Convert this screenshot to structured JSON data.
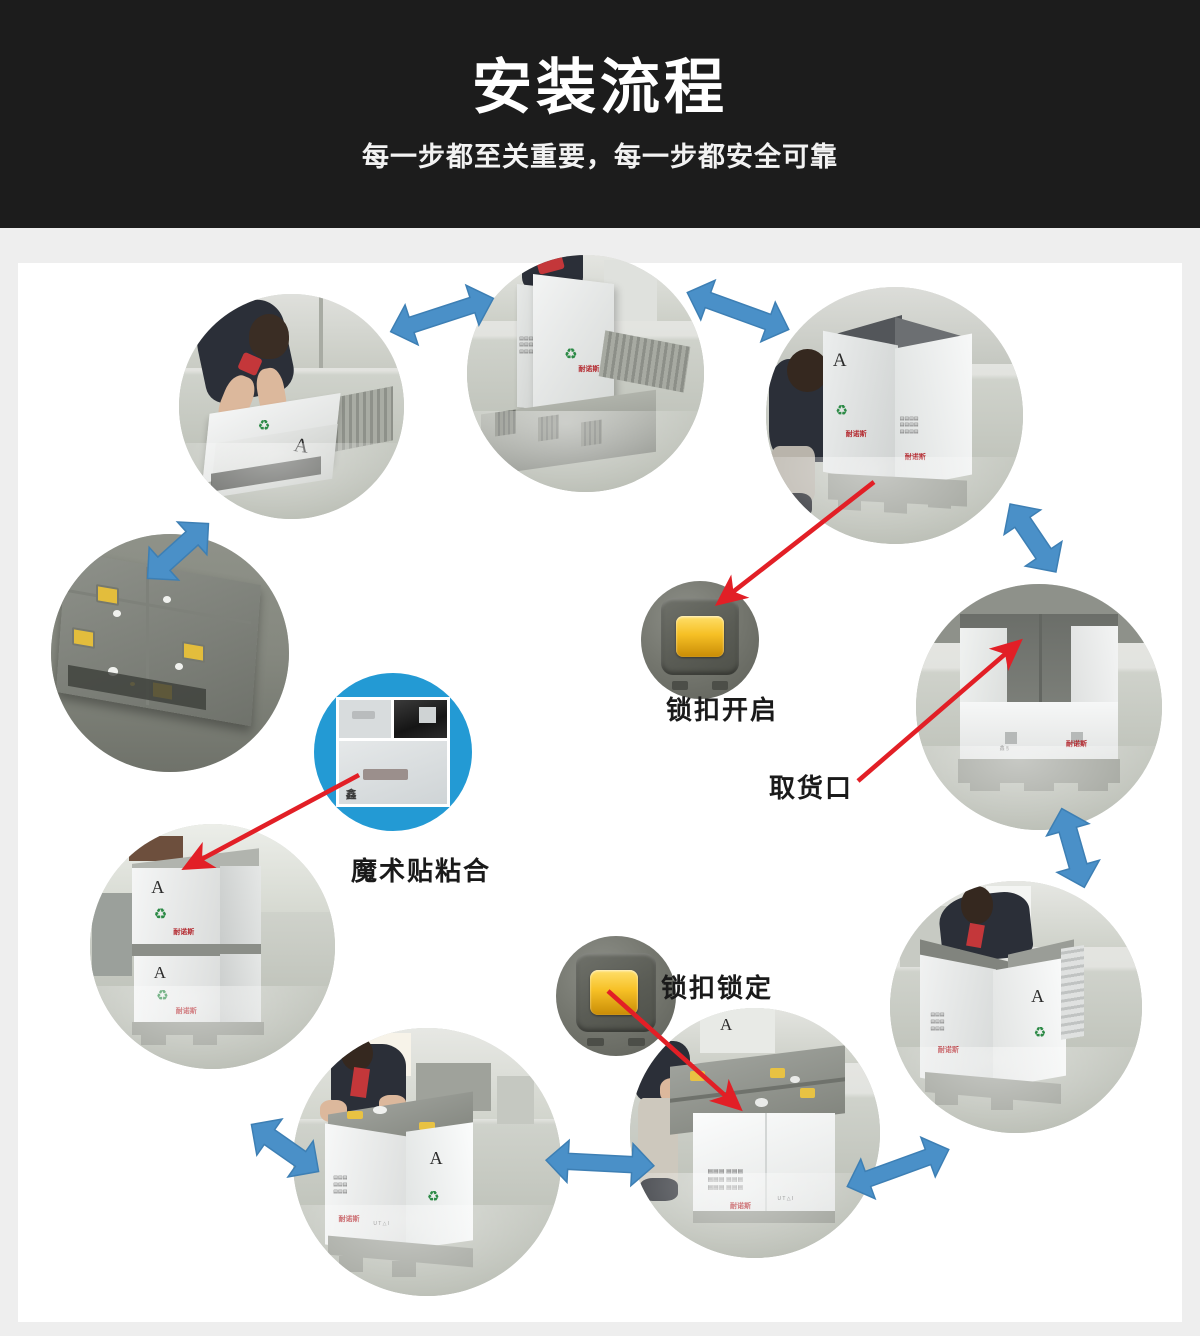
{
  "header": {
    "title": "安装流程",
    "subtitle": "每一步都至关重要，每一步都安全可靠"
  },
  "colors": {
    "header_bg": "#1c1c1c",
    "page_bg": "#eeeeee",
    "panel_bg": "#ffffff",
    "arrow_blue": "#4a90c8",
    "pointer_red": "#e21f26",
    "callout_cyan": "#239ad4",
    "caption_text": "#1a1a1a"
  },
  "captions": {
    "lock_open": "锁扣开启",
    "pickup_port": "取货口",
    "velcro_bond": "魔术贴粘合",
    "lock_locked": "锁扣锁定"
  },
  "steps": [
    {
      "id": "step-1-place-panel",
      "alt": "工人将白色箱板放置在托盘上"
    },
    {
      "id": "step-2-insert-panel",
      "alt": "工人将侧板插入托盘槽位"
    },
    {
      "id": "step-3-assembled-box",
      "alt": "组装完成的白色围板箱与工人"
    },
    {
      "id": "step-4-open-access-door",
      "alt": "围板箱前侧打开的取货口"
    },
    {
      "id": "step-5-fold-wall",
      "alt": "工人折叠围板箱侧壁"
    },
    {
      "id": "step-6-close-lid",
      "alt": "工人按下顶盖上的锁扣"
    },
    {
      "id": "step-7-closed-box",
      "alt": "盖好顶盖的完整围板箱"
    },
    {
      "id": "step-8-stacked-boxes",
      "alt": "两只围板箱堆叠在一起"
    },
    {
      "id": "step-9-folded-flat",
      "alt": "折叠压平后的箱体俯视"
    }
  ],
  "callouts": [
    {
      "id": "callout-lock-open",
      "label": "锁扣开启",
      "icon": "latch-unlocked-icon"
    },
    {
      "id": "callout-lock-locked",
      "label": "锁扣锁定",
      "icon": "latch-locked-icon"
    },
    {
      "id": "callout-velcro",
      "label": "魔术贴粘合",
      "icon": "velcro-detail-icon"
    }
  ],
  "crate_marks": {
    "letter": "A",
    "recycle": "♻",
    "brand_red": "耐诺斯",
    "spec_line": "鑫"
  }
}
